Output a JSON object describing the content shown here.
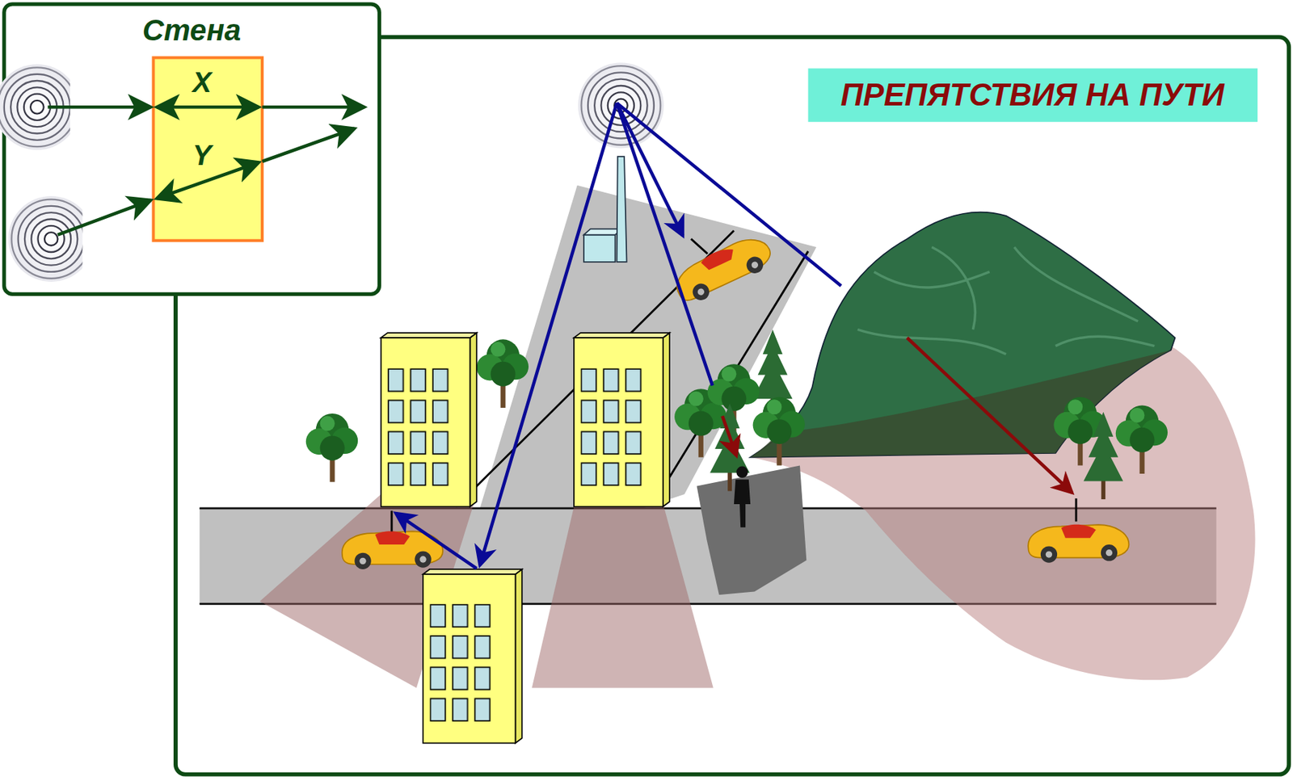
{
  "diagram": {
    "title": "ПРЕПЯТСТВИЯ НА ПУТИ",
    "nodes": [
      {
        "text": [
          "Стена"
        ]
      }
    ],
    "labels": [
      "X",
      "Y"
    ]
  }
}
